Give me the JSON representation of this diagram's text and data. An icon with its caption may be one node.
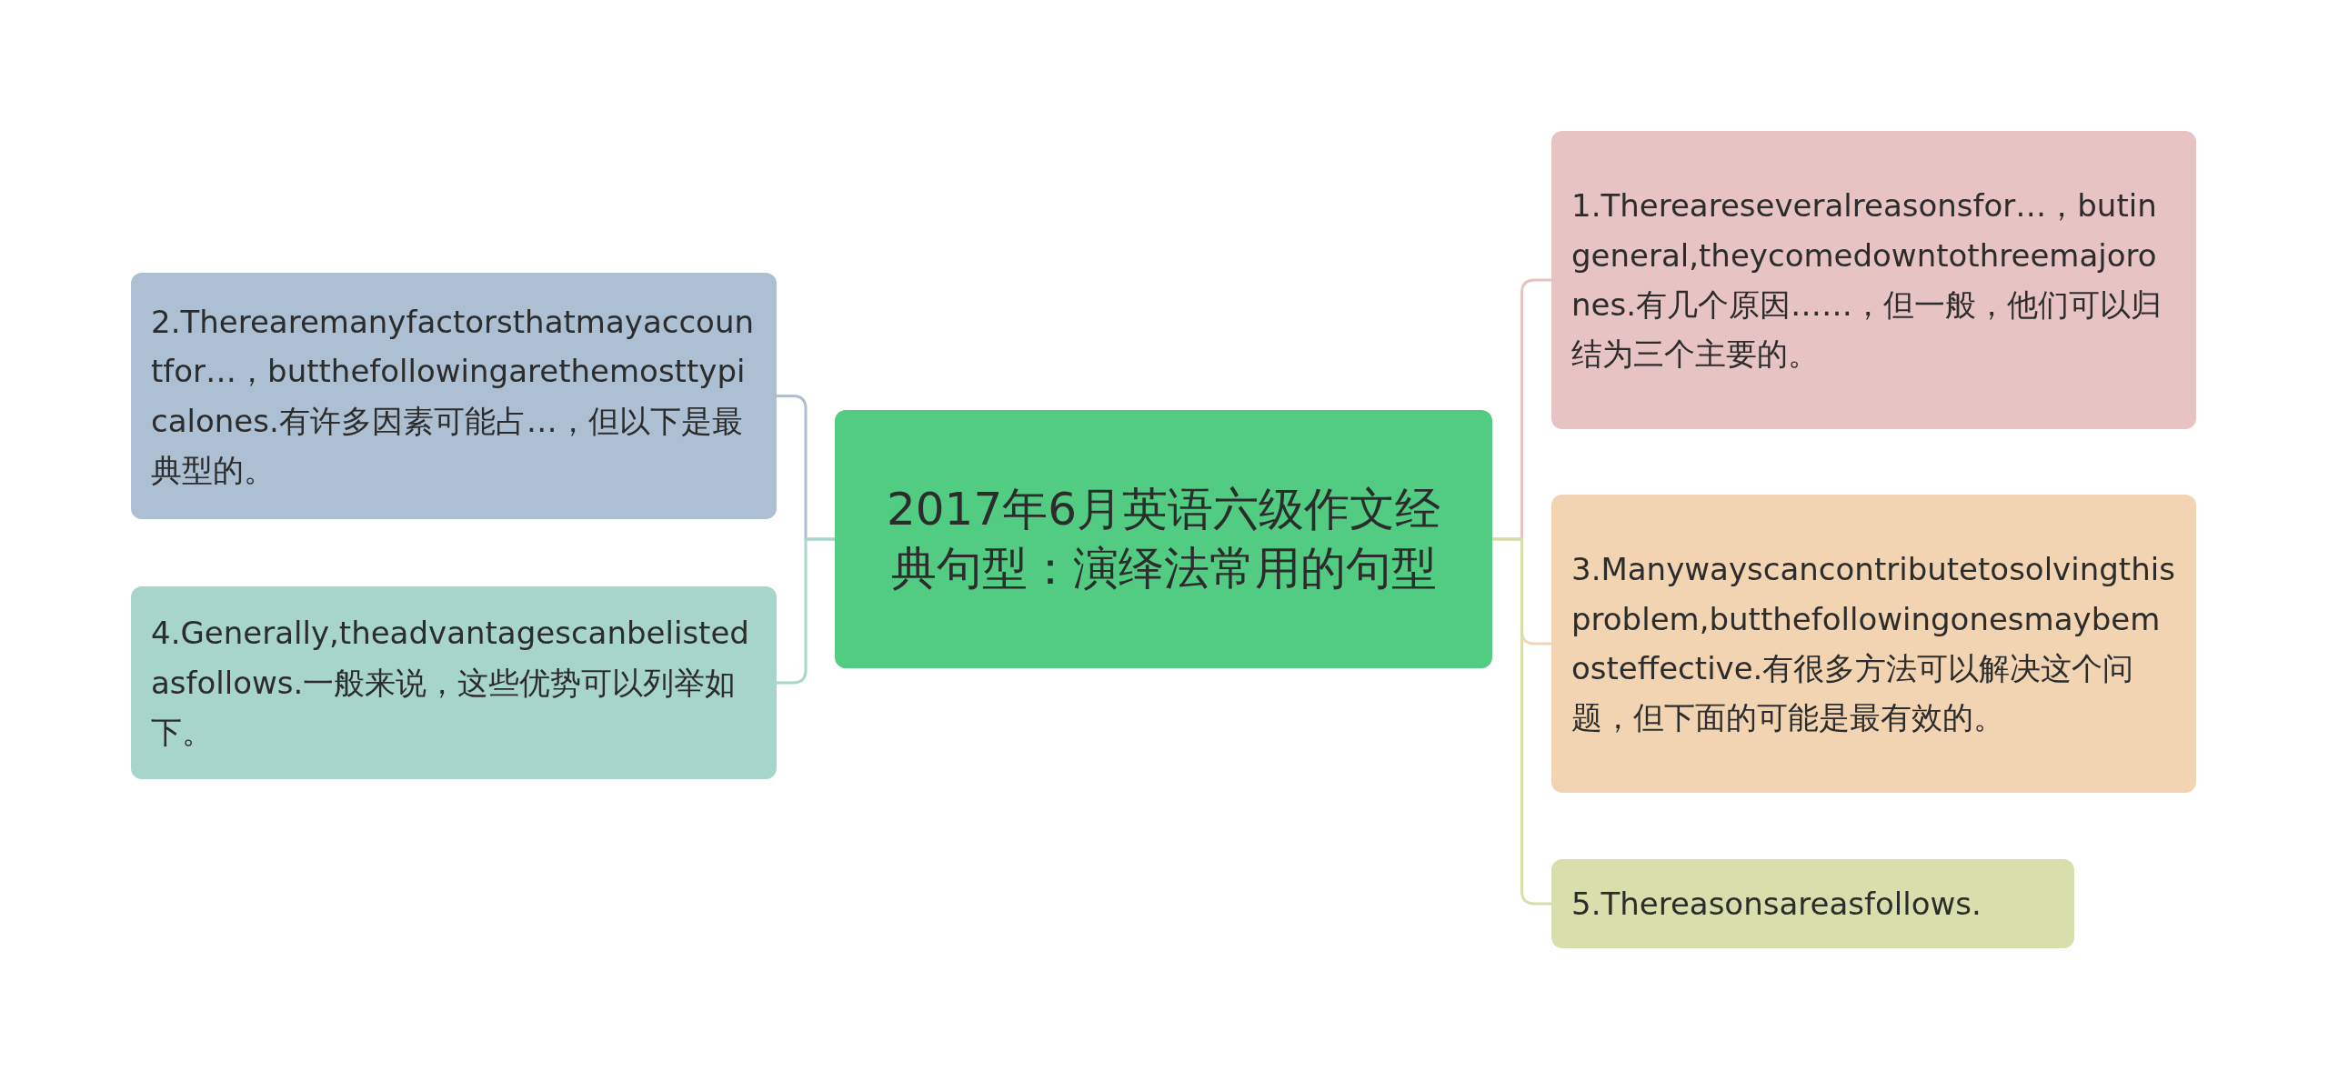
{
  "diagram": {
    "nodes": [
      {
        "text": [
          "2017年6月英语六级作文经典句型：演绎法常用的句型"
        ]
      },
      {
        "text": [
          "1.Thereareseveralreasonsfor…，butingeneral,theycomedowntothreemajorones.有几个原因……，但一般，他们可以归结为三个主要的。"
        ]
      },
      {
        "text": [
          "2.Therearemanyfactorsthatmayaccountfor…，butthefollowingarethemosttypicalones.有许多因素可能占…，但以下是最典型的。"
        ]
      },
      {
        "text": [
          "3.Manywayscancontributetosolvingthisproblem,butthefollowingonesmaybemosteffective.有很多方法可以解决这个问题，但下面的可能是最有效的。"
        ]
      },
      {
        "text": [
          "4.Generally,theadvantagescanbelistedasfollows.一般来说，这些优势可以列举如下。"
        ]
      },
      {
        "text": [
          "5.Thereasonsareasfollows."
        ]
      }
    ],
    "edges": [
      {
        "from": 0,
        "to": 1,
        "arrow": "none",
        "color": "#e6c3c3"
      },
      {
        "from": 0,
        "to": 2,
        "arrow": "none",
        "color": "#aebfd0"
      },
      {
        "from": 0,
        "to": 3,
        "arrow": "none",
        "color": "#efd6b6"
      },
      {
        "from": 0,
        "to": 4,
        "arrow": "none",
        "color": "#a8d5cc"
      },
      {
        "from": 0,
        "to": 5,
        "arrow": "none",
        "color": "#d6deaa"
      }
    ]
  }
}
